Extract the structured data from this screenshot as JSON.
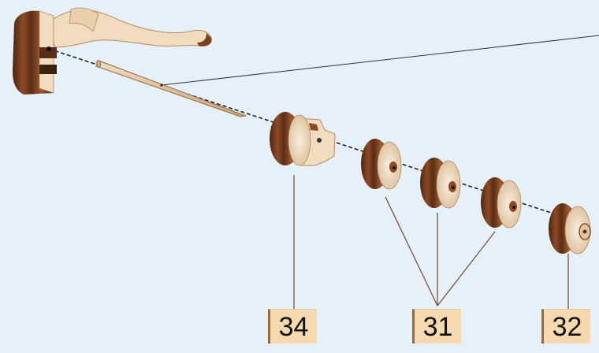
{
  "labels": {
    "part_34": "34",
    "part_31": "31",
    "part_32": "32"
  },
  "colors": {
    "background": "#e6f0f9",
    "label_fill": "#f7d9b0",
    "label_edge": "#9a6a3e",
    "leader_line": "#7a5238",
    "wood_dark": "#6b3a1e",
    "wood_light": "#f1dcc0"
  }
}
